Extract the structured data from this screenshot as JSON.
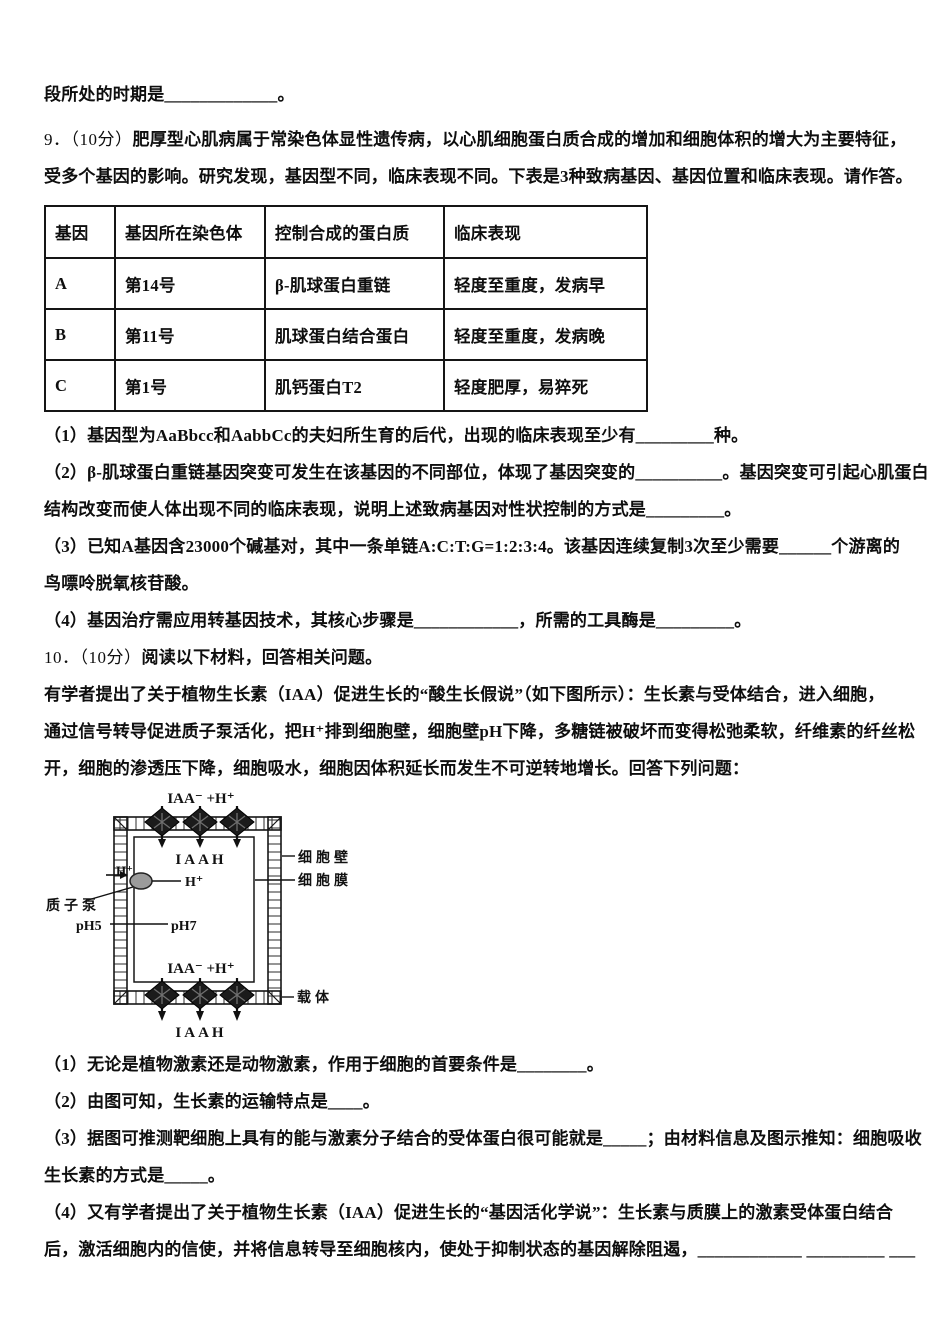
{
  "prev_question_tail": "段所处的时期是_____________。",
  "q9": {
    "num": "9．（10分）",
    "stem_line1": "肥厚型心肌病属于常染色体显性遗传病，以心肌细胞蛋白质合成的增加和细胞体积的增大为主要特征，",
    "stem_line2": "受多个基因的影响。研究发现，基因型不同，临床表现不同。下表是3种致病基因、基因位置和临床表现。请作答。",
    "table": {
      "headers": [
        "基因",
        "基因所在染色体",
        "控制合成的蛋白质",
        "临床表现"
      ],
      "rows": [
        [
          "A",
          "第14号",
          "β-肌球蛋白重链",
          "轻度至重度，发病早"
        ],
        [
          "B",
          "第11号",
          "肌球蛋白结合蛋白",
          "轻度至重度，发病晚"
        ],
        [
          "C",
          "第1号",
          "肌钙蛋白T2",
          "轻度肥厚，易猝死"
        ]
      ]
    },
    "part1": "（1）基因型为AaBbcc和AabbCc的夫妇所生育的后代，出现的临床表现至少有_________种。",
    "part2_line1": "（2）β-肌球蛋白重链基因突变可发生在该基因的不同部位，体现了基因突变的__________。基因突变可引起心肌蛋白",
    "part2_line2": "结构改变而使人体出现不同的临床表现，说明上述致病基因对性状控制的方式是_________。",
    "part3_line1": "（3）已知A基因含23000个碱基对，其中一条单链A:C:T:G=1:2:3:4。该基因连续复制3次至少需要______个游离的",
    "part3_line2": "鸟嘌呤脱氧核苷酸。",
    "part4": "（4）基因治疗需应用转基因技术，其核心步骤是____________，所需的工具酶是_________。"
  },
  "q10": {
    "num": "10．（10分）",
    "stem": "阅读以下材料，回答相关问题。",
    "intro_line1": "有学者提出了关于植物生长素（IAA）促进生长的“酸生长假说”（如下图所示）：生长素与受体结合，进入细胞，",
    "intro_line2": "通过信号转导促进质子泵活化，把H⁺排到细胞壁，细胞壁pH下降，多糖链被破坏而变得松弛柔软，纤维素的纤丝松",
    "intro_line3": "开，细胞的渗透压下降，细胞吸水，细胞因体积延长而发生不可逆转地增长。回答下列问题：",
    "part1": "（1）无论是植物激素还是动物激素，作用于细胞的首要条件是________。",
    "part2": "（2）由图可知，生长素的运输特点是____。",
    "part3_line1": "（3）据图可推测靶细胞上具有的能与激素分子结合的受体蛋白很可能就是_____；由材料信息及图示推知：细胞吸收",
    "part3_line2": "生长素的方式是_____。",
    "part4_line1": "（4）又有学者提出了关于植物生长素（IAA）促进生长的“基因活化学说”：生长素与质膜上的激素受体蛋白结合",
    "part4_line2": "后，激活细胞内的信使，并将信息转导至细胞核内，使处于抑制状态的基因解除阻遏，____________ _________ ___"
  },
  "diagram": {
    "iaa_top": "IAA⁻ +H⁺",
    "iaah_top": "IAAH",
    "h_in_wall": "H⁺",
    "h_from_pump": "H⁺",
    "proton_pump": "质子泵",
    "ph_outside": "pH5",
    "ph_inside": "pH7",
    "iaa_bottom": "IAA⁻ +H⁺",
    "iaah_bottom": "IAAH",
    "cell_wall": "细胞壁",
    "cell_membrane": "细胞膜",
    "carrier": "载体"
  }
}
